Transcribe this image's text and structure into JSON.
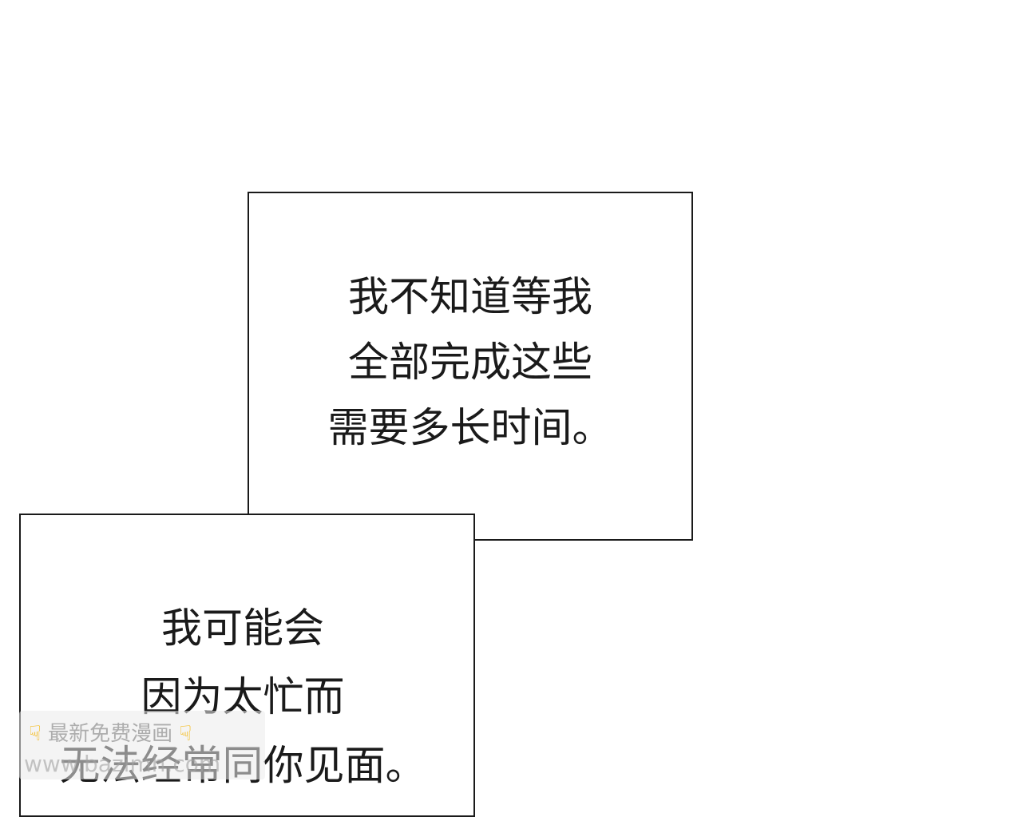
{
  "panels": {
    "top": {
      "lines": [
        "我不知道等我",
        "全部完成这些",
        "需要多长时间。"
      ]
    },
    "bottom": {
      "lines": [
        "我可能会",
        "因为太忙而",
        "无法经常同你见面。"
      ]
    }
  },
  "watermark": {
    "label": "最新免费漫画",
    "url": "www.bazimh.com",
    "hand_icon": "pointing-down-hand-icon"
  },
  "colors": {
    "ink": "#1a1a1a",
    "background": "#ffffff",
    "hand": "#f4b400"
  }
}
